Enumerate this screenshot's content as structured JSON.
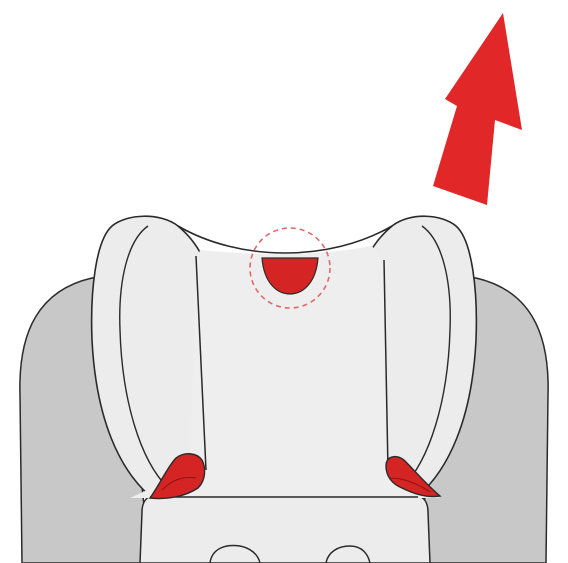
{
  "diagram": {
    "colors": {
      "background": "#ffffff",
      "outer_shell": "#c8c8c8",
      "seat_back": "#eeeeee",
      "headrest_wings": "#ececec",
      "outline": "#2a2a2a",
      "accent_red": "#d42424",
      "arrow_red": "#e12727",
      "dashed_circle": "#e06a6a"
    },
    "parts": [
      {
        "name": "seat-shell",
        "icon": "seat-shell-shape"
      },
      {
        "name": "headrest-left-wing",
        "icon": "wing-shape"
      },
      {
        "name": "headrest-right-wing",
        "icon": "wing-shape"
      },
      {
        "name": "seat-back-center",
        "icon": "backrest-shape"
      },
      {
        "name": "headrest-adjust-handle",
        "icon": "red-half-circle"
      },
      {
        "name": "belt-guide-left",
        "icon": "red-belt-guide"
      },
      {
        "name": "belt-guide-right",
        "icon": "red-belt-guide"
      },
      {
        "name": "pull-up-arrow",
        "icon": "red-arrow-up-right"
      }
    ]
  }
}
